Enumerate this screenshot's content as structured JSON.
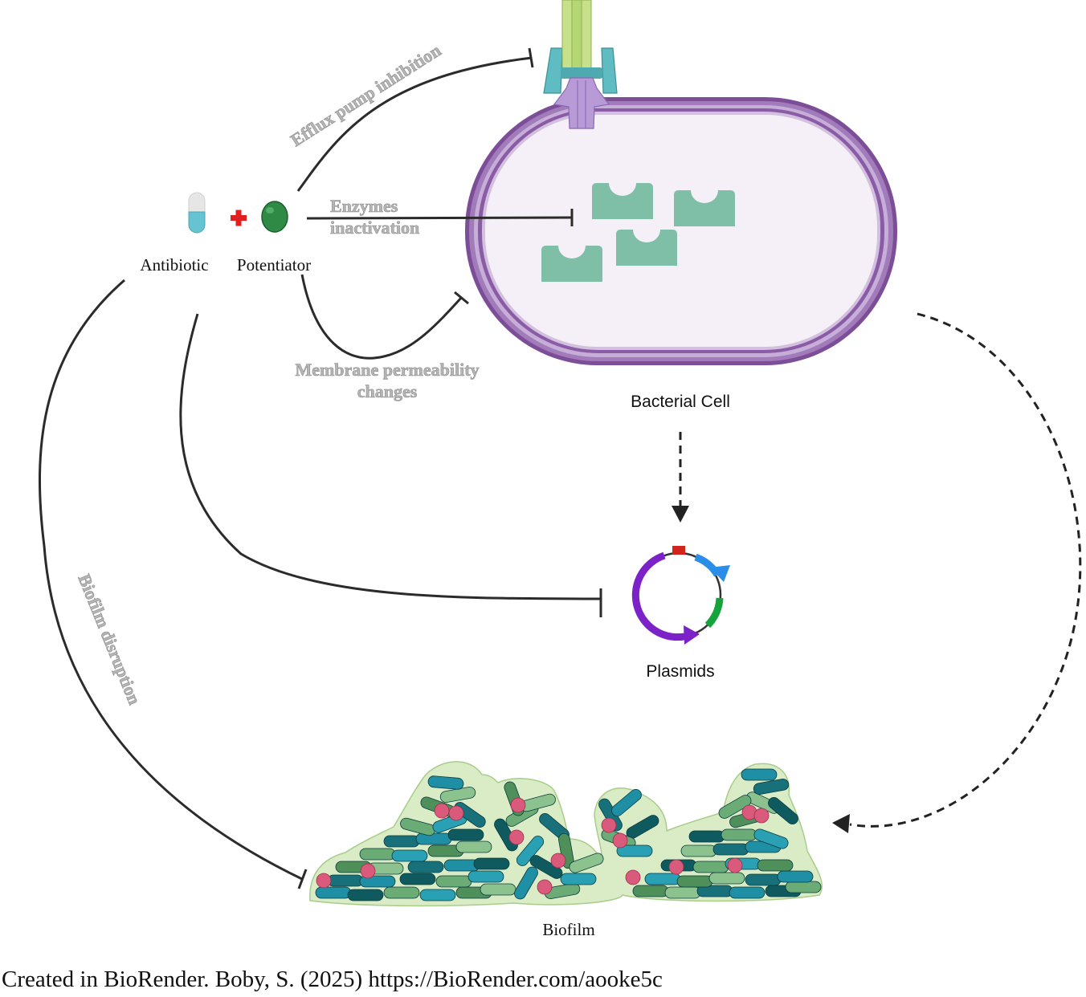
{
  "labels": {
    "antibiotic": "Antibiotic",
    "potentiator": "Potentiator",
    "bacterial_cell": "Bacterial Cell",
    "plasmids": "Plasmids",
    "biofilm": "Biofilm"
  },
  "mechanisms": {
    "efflux": "Efflux pump inhibition",
    "enzymes_line1": "Enzymes",
    "enzymes_line2": "inactivation",
    "membrane_line1": "Membrane permeability",
    "membrane_line2": "changes",
    "biofilm_disruption": "Biofilm disruption"
  },
  "credit": "Created in BioRender. Boby, S. (2025) https://BioRender.com/aooke5c",
  "colors": {
    "cell_wall": "#7d4e98",
    "cell_fill": "#f5f0f7",
    "enzyme": "#7fbfa8",
    "pill_blue": "#66c4d2",
    "potentiator_green": "#2f8a46",
    "plus_red": "#e0201e",
    "plasmid_purple": "#7b22c8",
    "plasmid_blue": "#2a8ee8",
    "plasmid_green": "#16a33b",
    "plasmid_red": "#d3241c"
  }
}
